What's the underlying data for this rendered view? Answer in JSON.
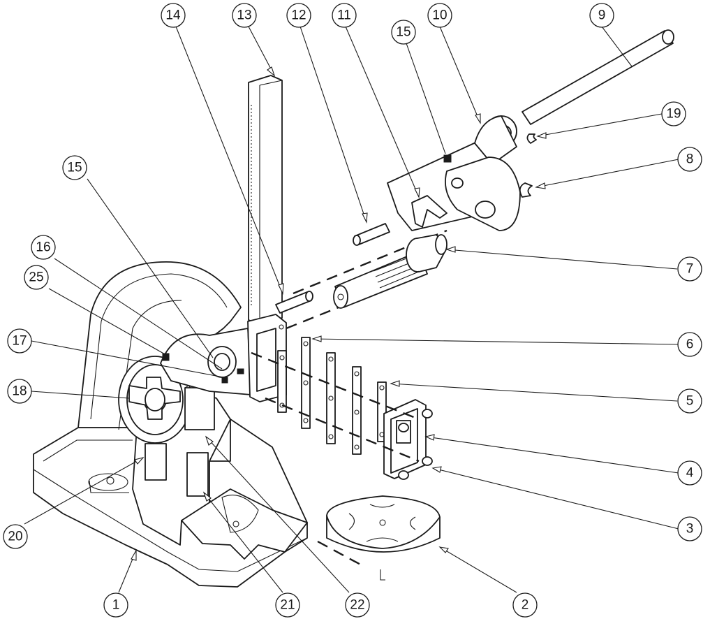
{
  "callouts": [
    {
      "label": "1"
    },
    {
      "label": "2"
    },
    {
      "label": "3"
    },
    {
      "label": "4"
    },
    {
      "label": "5"
    },
    {
      "label": "6"
    },
    {
      "label": "7"
    },
    {
      "label": "8"
    },
    {
      "label": "9"
    },
    {
      "label": "10"
    },
    {
      "label": "11"
    },
    {
      "label": "12"
    },
    {
      "label": "13"
    },
    {
      "label": "14"
    },
    {
      "label": "15"
    },
    {
      "label": "15"
    },
    {
      "label": "16"
    },
    {
      "label": "17"
    },
    {
      "label": "18"
    },
    {
      "label": "19"
    },
    {
      "label": "20"
    },
    {
      "label": "21"
    },
    {
      "label": "22"
    },
    {
      "label": "25"
    }
  ]
}
